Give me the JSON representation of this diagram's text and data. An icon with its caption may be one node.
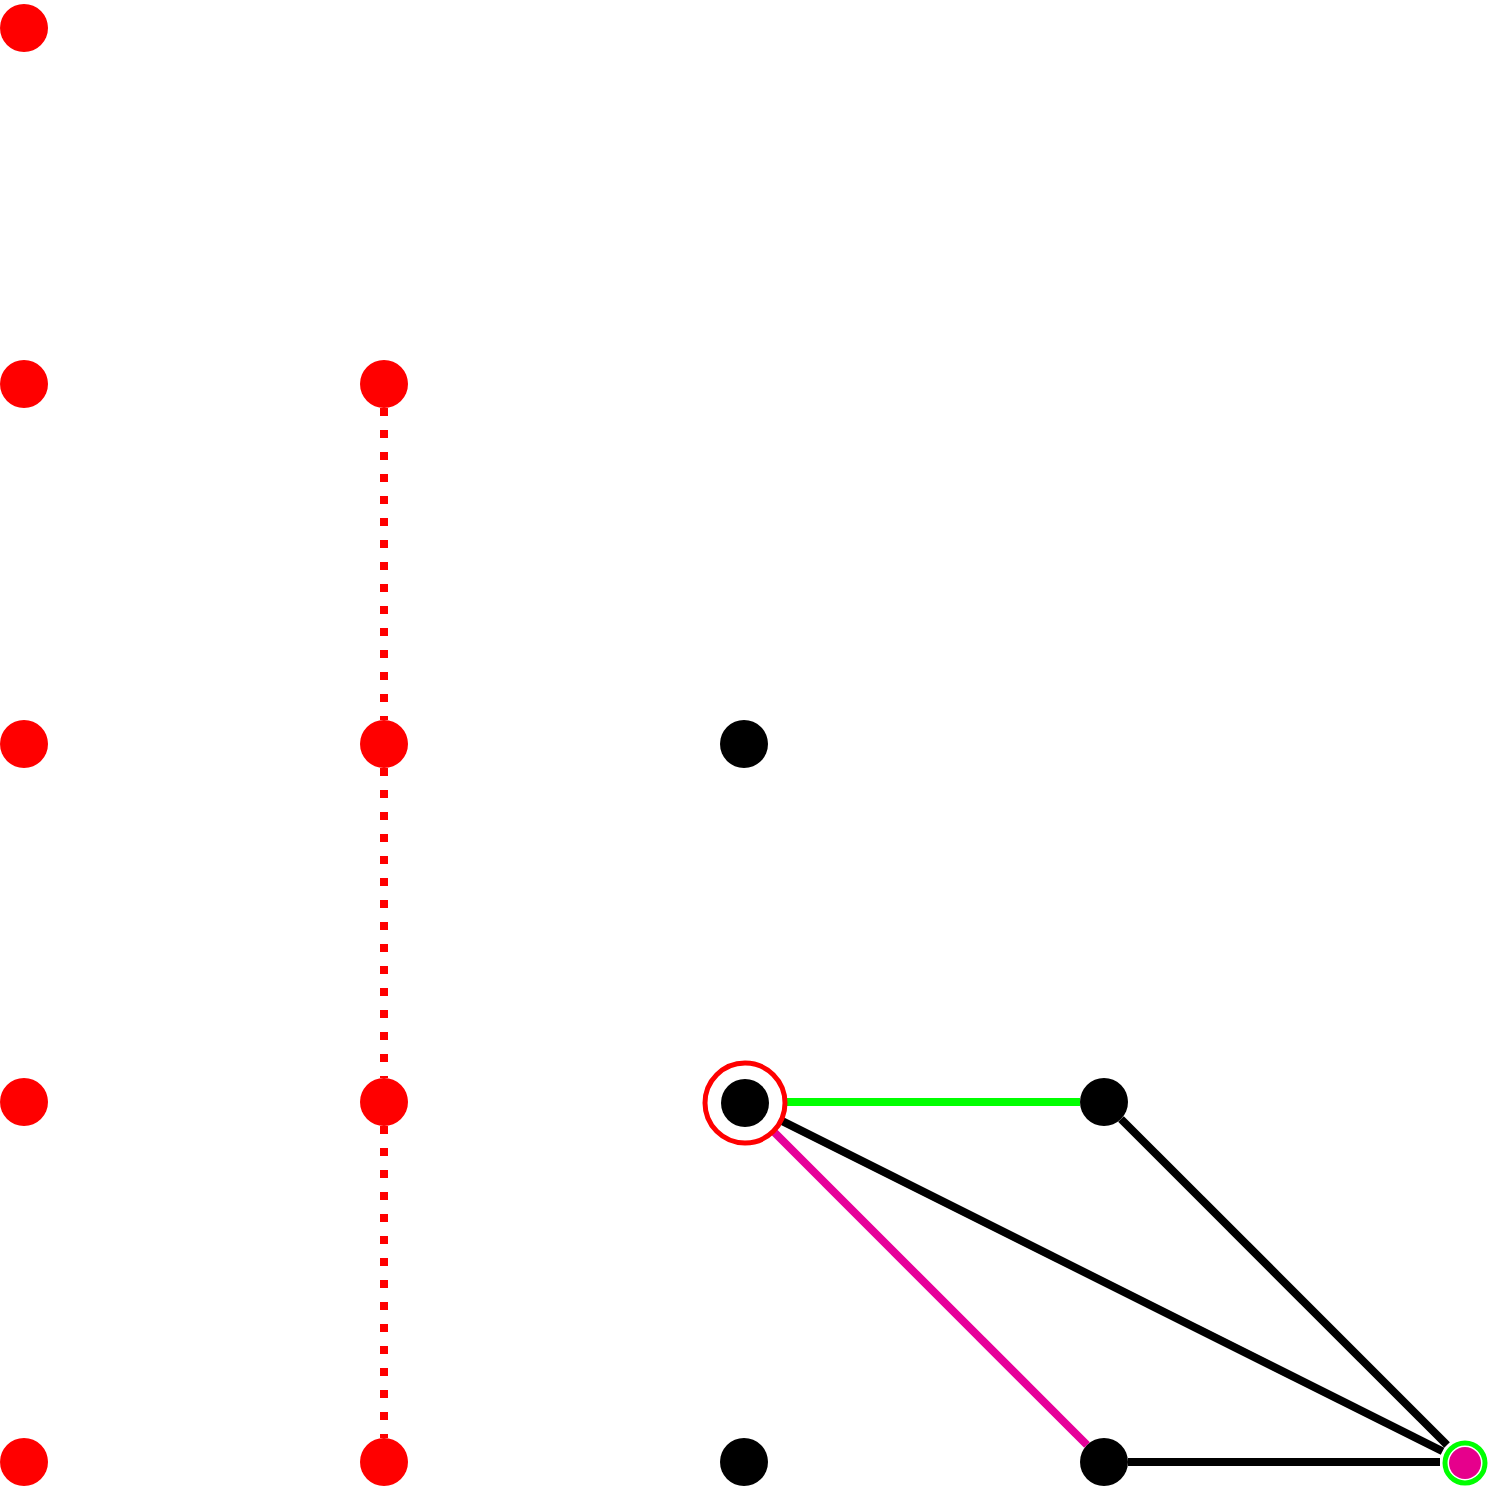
{
  "diagram": {
    "nodes": [
      {
        "text": [],
        "shape": "circle"
      },
      {
        "text": [],
        "shape": "circle"
      },
      {
        "text": [],
        "shape": "circle"
      },
      {
        "text": [],
        "shape": "circle"
      },
      {
        "text": [],
        "shape": "circle"
      },
      {
        "text": [],
        "shape": "circle"
      },
      {
        "text": [],
        "shape": "circle"
      },
      {
        "text": [],
        "shape": "circle"
      },
      {
        "text": [],
        "shape": "circle"
      },
      {
        "text": [],
        "shape": "circle"
      },
      {
        "text": [],
        "shape": "circle"
      },
      {
        "text": [],
        "shape": "circle"
      },
      {
        "text": [],
        "shape": "circle"
      },
      {
        "text": [],
        "shape": "circle"
      },
      {
        "text": [],
        "shape": "circle"
      }
    ],
    "edges": [
      {
        "from": 2,
        "to": 4,
        "arrow": "none",
        "style": "dashed",
        "color": "#ff0000"
      },
      {
        "from": 4,
        "to": 7,
        "arrow": "none",
        "style": "dashed",
        "color": "#ff0000"
      },
      {
        "from": 7,
        "to": 11,
        "arrow": "none",
        "style": "dashed",
        "color": "#ff0000"
      },
      {
        "from": 8,
        "to": 9,
        "arrow": "none",
        "color": "#00ff00"
      },
      {
        "from": 8,
        "to": 14,
        "arrow": "none",
        "color": "#000000"
      },
      {
        "from": 9,
        "to": 14,
        "arrow": "none",
        "color": "#000000"
      },
      {
        "from": 8,
        "to": 13,
        "arrow": "none",
        "color": "#e6009a"
      },
      {
        "from": 13,
        "to": 14,
        "arrow": "none",
        "color": "#000000"
      }
    ]
  }
}
